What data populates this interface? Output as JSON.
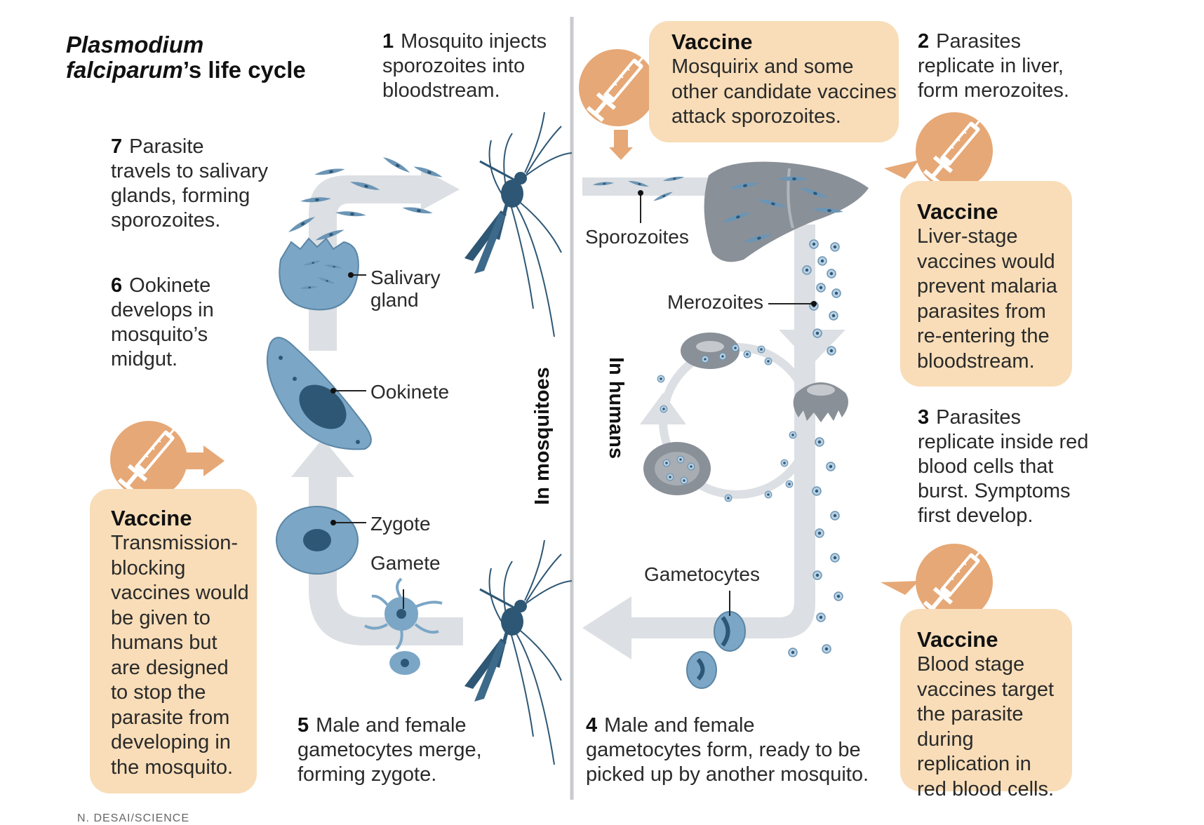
{
  "title": {
    "line1": "Plasmodium",
    "line2_italic": "falciparum",
    "line2_rest": "’s life cycle"
  },
  "steps": [
    {
      "num": "1",
      "text_first": "Mosquito injects",
      "text_rest": "sporozoites into bloodstream."
    },
    {
      "num": "2",
      "text_first": "Parasites",
      "text_rest": "replicate in liver, form merozoites."
    },
    {
      "num": "3",
      "text_first": "Parasites",
      "text_rest": "replicate inside red blood cells that burst. Symptoms first develop."
    },
    {
      "num": "4",
      "text_first": "Male and female",
      "text_rest": "gametocytes form, ready to be picked up by another mosquito."
    },
    {
      "num": "5",
      "text_first": "Male and female",
      "text_rest": "gametocytes merge, forming zygote."
    },
    {
      "num": "6",
      "text_first": "Ookinete",
      "text_rest": "develops in mosquito’s midgut."
    },
    {
      "num": "7",
      "text_first": "Parasite",
      "text_rest": "travels to salivary glands, forming sporozoites."
    }
  ],
  "vaccines": [
    {
      "title": "Vaccine",
      "body": "Mosquirix and some other candidate vaccines attack sporozoites."
    },
    {
      "title": "Vaccine",
      "body": "Liver-stage vaccines would prevent malaria parasites from re-entering the bloodstream."
    },
    {
      "title": "Vaccine",
      "body": "Blood stage vaccines target the parasite during replication in red blood cells."
    },
    {
      "title": "Vaccine",
      "body": "Transmission-blocking vaccines would be given to humans but are designed to stop the parasite from developing in the mosquito."
    }
  ],
  "labels": {
    "sporozoites": "Sporozoites",
    "merozoites": "Merozoites",
    "gametocytes": "Gametocytes",
    "salivary_gland": "Salivary gland",
    "ookinete": "Ookinete",
    "zygote": "Zygote",
    "gamete": "Gamete"
  },
  "regions": {
    "mosquitoes": "In mosquitoes",
    "humans": "In humans"
  },
  "credit": "N. DESAI/SCIENCE",
  "colors": {
    "vaccine_box": "#f8ddb8",
    "syringe_circle": "#e6a876",
    "cycle_arrow": "#dcdfe3",
    "parasite_blue": "#6b95b5",
    "mosquito": "#2e5775",
    "organ_gray": "#8a9098"
  },
  "icons": [
    "syringe-icon",
    "mosquito-icon",
    "liver-icon",
    "red-blood-cell-icon"
  ]
}
